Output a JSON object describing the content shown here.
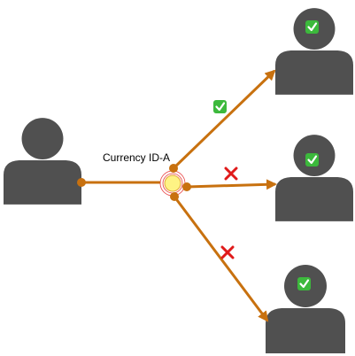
{
  "center": {
    "label": "Currency ID-A"
  },
  "colors": {
    "person": "#505050",
    "arrow": "#c8710f",
    "node_fill": "#fef384",
    "node_ring": "#e83c3c",
    "check_bg": "#3cb93c",
    "cross": "#e01a1a"
  },
  "icons": {
    "check": "check-mark-icon",
    "cross": "cross-mark-icon",
    "person": "person-icon"
  },
  "recipients": [
    {
      "name": "recipient-top",
      "accepted": true,
      "check_glyph": "✓"
    },
    {
      "name": "recipient-middle",
      "accepted": false,
      "cross_glyph": "✕"
    },
    {
      "name": "recipient-bottom",
      "accepted": false,
      "cross_glyph": "✕"
    }
  ]
}
